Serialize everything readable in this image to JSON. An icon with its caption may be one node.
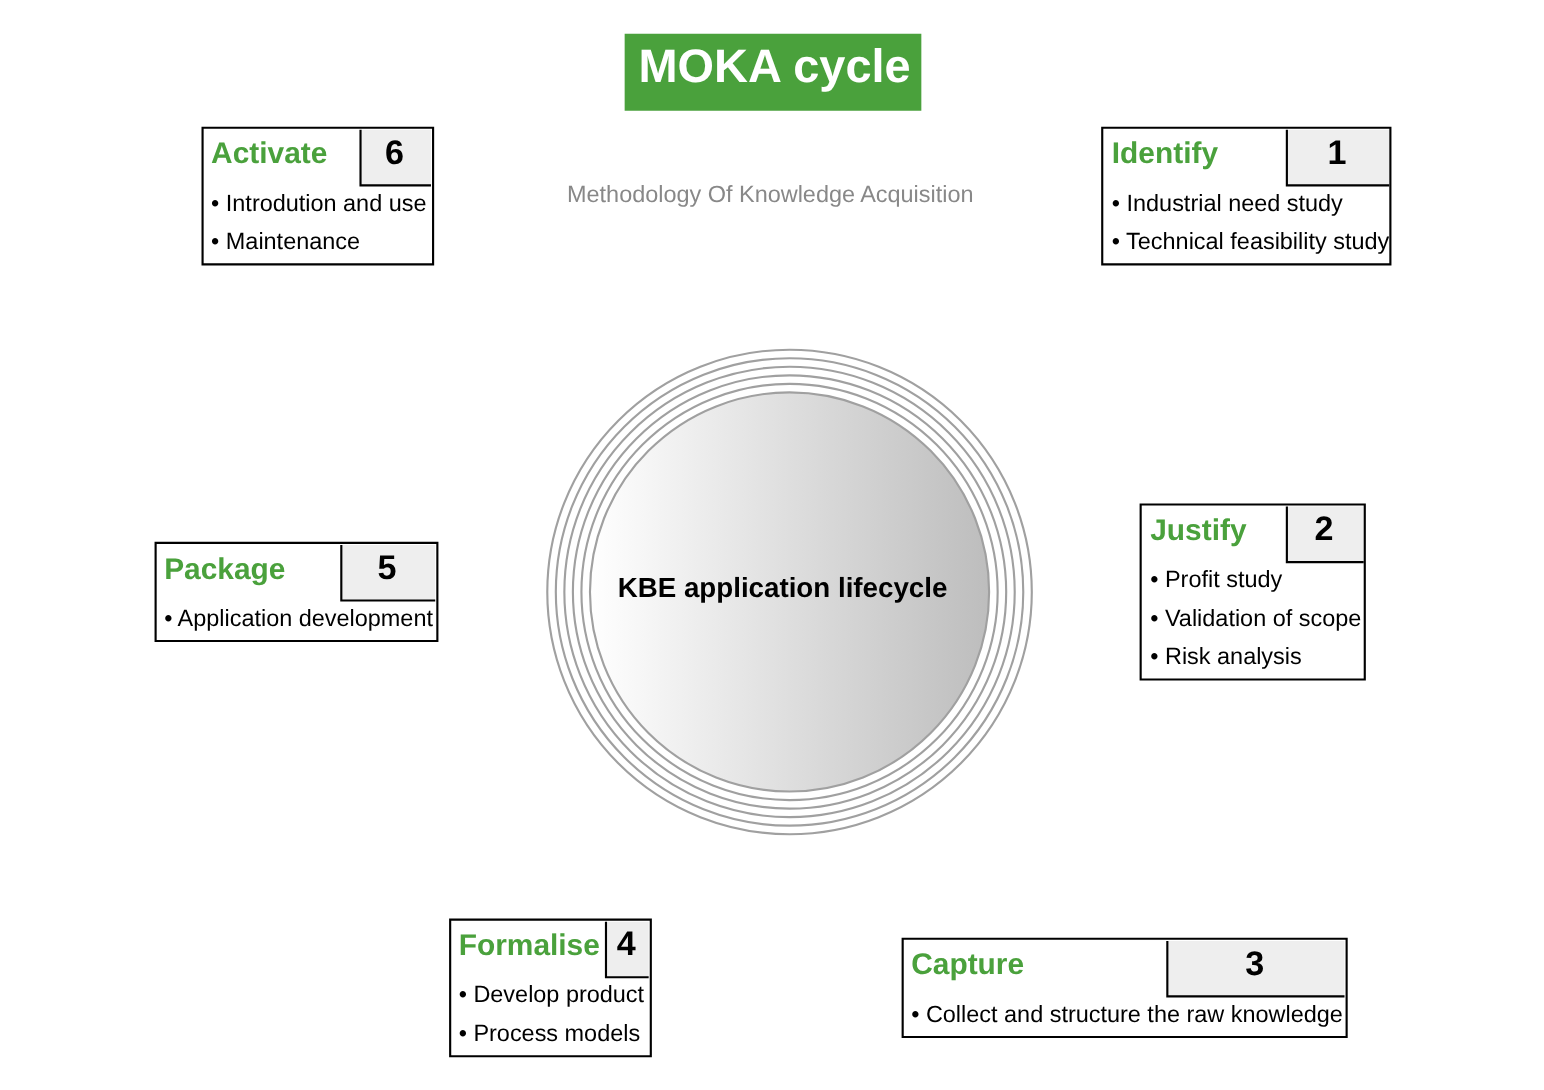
{
  "diagram": {
    "title": "MOKA cycle",
    "nodes": [
      {
        "text": [
          "Activate",
          "6",
          "• Introdution and use",
          "• Maintenance"
        ]
      },
      {
        "text": [
          "Identify",
          "1",
          "• Industrial need study",
          "• Technical feasibility study"
        ]
      },
      {
        "text": [
          "Package",
          "5",
          "• Application development"
        ]
      },
      {
        "text": [
          "KBE application lifecycle"
        ]
      },
      {
        "text": [
          "Justify",
          "2",
          "• Profit study",
          "• Validation of scope",
          "• Risk analysis"
        ]
      },
      {
        "text": [
          "Formalise",
          "4",
          "• Develop product",
          "• Process models"
        ]
      },
      {
        "text": [
          "Capture",
          "3",
          "• Collect and structure the raw knowledge"
        ]
      }
    ],
    "edges": [],
    "labels": [
      "Methodology Of Knowledge Acquisition"
    ]
  }
}
